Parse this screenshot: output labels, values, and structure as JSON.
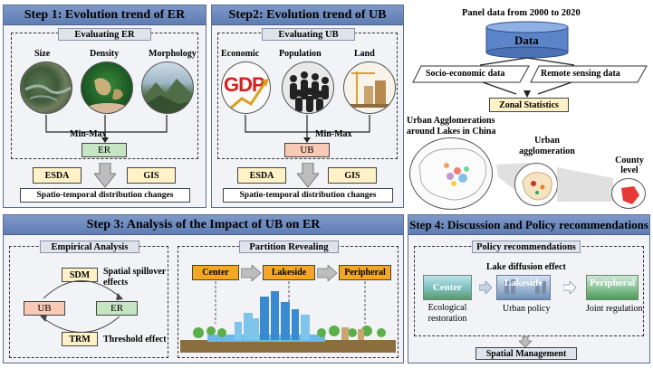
{
  "step1": {
    "title": "Step 1: Evolution trend of ER",
    "subtitle": "Evaluating ER",
    "dims": [
      "Size",
      "Density",
      "Morphology"
    ],
    "minmax": "Min-Max",
    "index": "ER",
    "tools": [
      "ESDA",
      "GIS"
    ],
    "result": "Spatio-temporal distribution changes"
  },
  "step2": {
    "title": "Step2: Evolution trend of  UB",
    "subtitle": "Evaluating UB",
    "dims": [
      "Economic",
      "Population",
      "Land"
    ],
    "gdp": "GDP",
    "minmax": "Min-Max",
    "index": "UB",
    "tools": [
      "ESDA",
      "GIS"
    ],
    "result": "Spatio-temporal distribution changes"
  },
  "data_flow": {
    "panel": "Panel data from 2000 to 2020",
    "db": "Data",
    "socio": "Socio-economic data",
    "remote": "Remote sensing data",
    "zonal": "Zonal Statistics",
    "ual_title": "Urban Agglomerations around Lakes in China",
    "urban_agg": "Urban agglomeration",
    "county": "County level"
  },
  "step3": {
    "title": "Step 3: Analysis of the Impact of UB on ER",
    "empirical": "Empirical Analysis",
    "sdm": "SDM",
    "spillover": "Spatial spillover effects",
    "ub": "UB",
    "er": "ER",
    "trm": "TRM",
    "threshold": "Threshold effect",
    "partition": "Partition Revealing",
    "zones": [
      "Center",
      "Lakeside",
      "Peripheral"
    ]
  },
  "step4": {
    "title": "Step 4: Discussion and Policy recommendations",
    "policy": "Policy recommendations",
    "lake_diffusion": "Lake diffusion effect",
    "zones": [
      "Center",
      "Lakeside",
      "Peripheral"
    ],
    "captions": [
      "Ecological restoration",
      "Urban policy",
      "Joint regulation"
    ],
    "spatial": "Spatial Management"
  },
  "colors": {
    "header": "#6f8cc0",
    "green_box": "#c6e6c3",
    "pink_box": "#f8c9b5",
    "yellow_box": "#fff2c6",
    "orange": "#f5a623",
    "data_blue": "#5b84c9"
  }
}
